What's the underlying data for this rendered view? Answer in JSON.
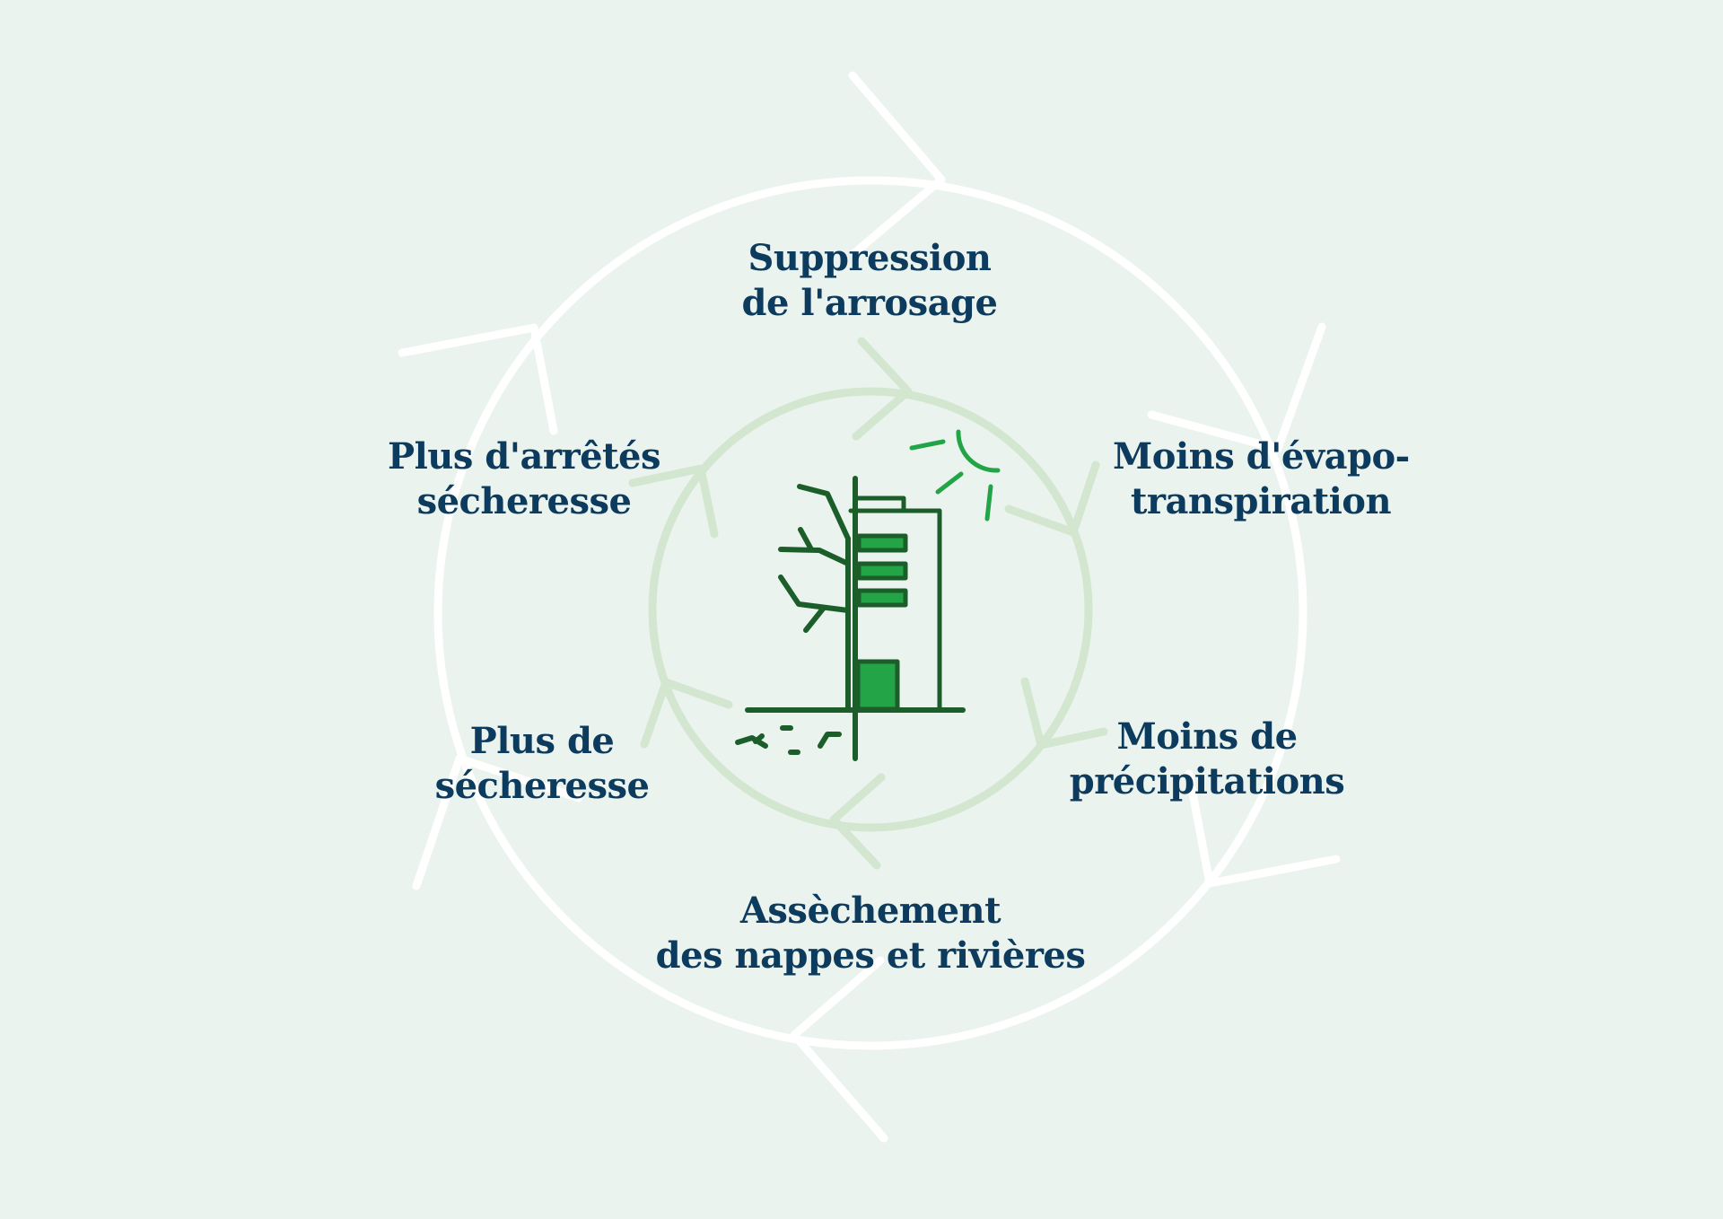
{
  "colors": {
    "background": "#ebf3ee",
    "outer_cycle": "#ffffff",
    "inner_cycle": "#d3e6d0",
    "label_text": "#0d3b5e",
    "icon_dark": "#1b5e2a",
    "icon_fill": "#22a447",
    "sun": "#22a447"
  },
  "cycle": {
    "steps": [
      {
        "line1": "Suppression",
        "line2": "de l'arrosage"
      },
      {
        "line1": "Moins d'évapo-",
        "line2": "transpiration"
      },
      {
        "line1": "Moins de",
        "line2": "précipitations"
      },
      {
        "line1": "Assèchement",
        "line2": "des nappes et rivières"
      },
      {
        "line1": "Plus de",
        "line2": "sécheresse"
      },
      {
        "line1": "Plus d'arrêtés",
        "line2": "sécheresse"
      }
    ]
  },
  "icons": {
    "center": "dead-tree-building-sun-icon"
  }
}
